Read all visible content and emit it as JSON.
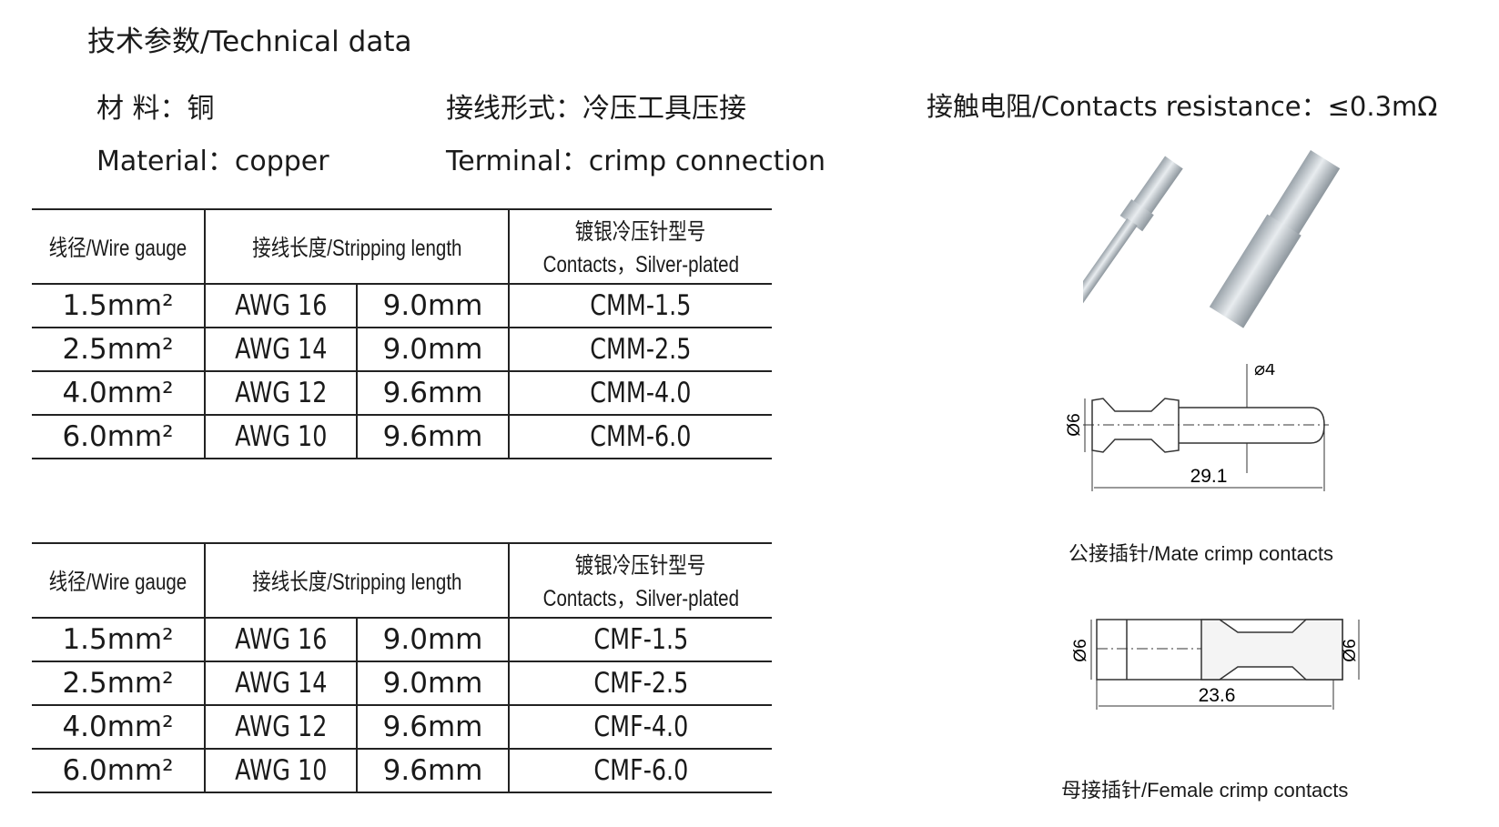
{
  "title": "技术参数/Technical data",
  "specs": {
    "material_cn": "材 料：铜",
    "material_en": "Material：copper",
    "terminal_cn": "接线形式：冷压工具压接",
    "terminal_en": "Terminal：crimp connection",
    "resistance": "接触电阻/Contacts resistance：≤0.3mΩ"
  },
  "tables": [
    {
      "headers": {
        "wire_gauge": "线径/Wire gauge",
        "stripping": "接线长度/Stripping length",
        "contacts_cn": "镀银冷压针型号",
        "contacts_en": "Contacts，Silver-plated"
      },
      "rows": [
        {
          "gauge": "1.5mm²",
          "awg": "AWG 16",
          "length": "9.0mm",
          "model": "CMM-1.5"
        },
        {
          "gauge": "2.5mm²",
          "awg": "AWG 14",
          "length": "9.0mm",
          "model": "CMM-2.5"
        },
        {
          "gauge": "4.0mm²",
          "awg": "AWG 12",
          "length": "9.6mm",
          "model": "CMM-4.0"
        },
        {
          "gauge": "6.0mm²",
          "awg": "AWG 10",
          "length": "9.6mm",
          "model": "CMM-6.0"
        }
      ]
    },
    {
      "headers": {
        "wire_gauge": "线径/Wire gauge",
        "stripping": "接线长度/Stripping length",
        "contacts_cn": "镀银冷压针型号",
        "contacts_en": "Contacts，Silver-plated"
      },
      "rows": [
        {
          "gauge": "1.5mm²",
          "awg": "AWG 16",
          "length": "9.0mm",
          "model": "CMF-1.5"
        },
        {
          "gauge": "2.5mm²",
          "awg": "AWG 14",
          "length": "9.0mm",
          "model": "CMF-2.5"
        },
        {
          "gauge": "4.0mm²",
          "awg": "AWG 12",
          "length": "9.6mm",
          "model": "CMF-4.0"
        },
        {
          "gauge": "6.0mm²",
          "awg": "AWG 10",
          "length": "9.6mm",
          "model": "CMF-6.0"
        }
      ]
    }
  ],
  "male": {
    "dia_pin": "⌀4",
    "dia_head": "Ø6",
    "length": "29.1",
    "caption": "公接插针/Mate crimp contacts"
  },
  "female": {
    "dia_left": "Ø6",
    "dia_right": "Ø6",
    "length": "23.6",
    "caption": "母接插针/Female crimp contacts"
  }
}
